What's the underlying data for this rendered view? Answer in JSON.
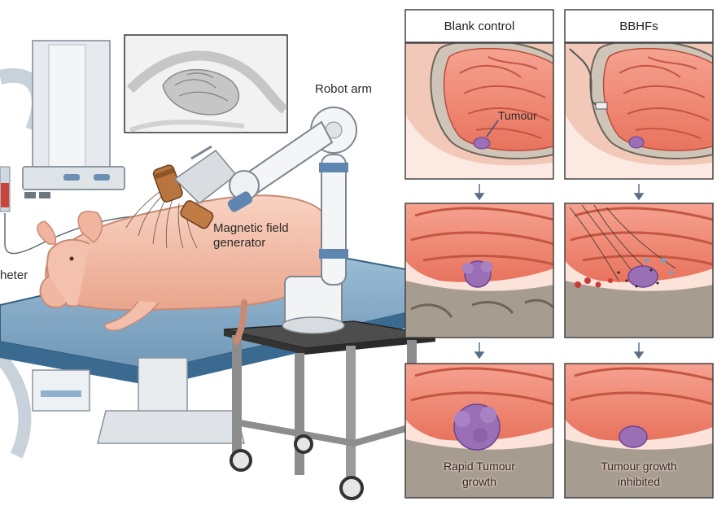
{
  "labels": {
    "robot_arm": "Robot arm",
    "magnetic_line1": "Magnetic field",
    "magnetic_line2": "generator",
    "catheter": "heter",
    "tumour": "Tumour"
  },
  "panels": {
    "left_header": "Blank control",
    "right_header": "BBHFs",
    "left_caption_line1": "Rapid Tumour",
    "left_caption_line2": "growth",
    "right_caption_line1": "Tumour growth",
    "right_caption_line2": "inhibited"
  },
  "colors": {
    "brain": "#f08a78",
    "brain_dark": "#d9654f",
    "skull": "#8c8378",
    "tumour": "#9a6fb5",
    "pig": "#f6c3ae",
    "table": "#3f6f95",
    "panel_bg": "#fbe3da"
  }
}
